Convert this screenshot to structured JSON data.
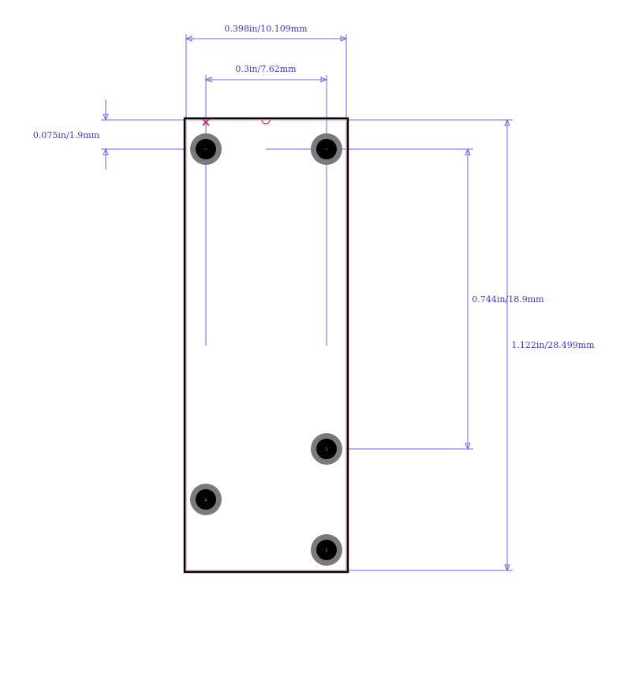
{
  "dimensions": {
    "overall_width": "0.398in/10.109mm",
    "pin_pitch_x": "0.3in/7.62mm",
    "top_offset": "0.075in/1.9mm",
    "pin_span_y": "0.744in/18.9mm",
    "overall_height": "1.122in/28.499mm"
  },
  "pads": [
    {
      "id": "pad-1",
      "label": ""
    },
    {
      "id": "pad-2",
      "label": ""
    },
    {
      "id": "pad-3",
      "label": "1"
    },
    {
      "id": "pad-4",
      "label": "2"
    },
    {
      "id": "pad-5",
      "label": "C"
    }
  ],
  "colors": {
    "dimension": "#6a6aee",
    "outline": "#000000",
    "pad_ring": "#7a7a7a",
    "pad_hole": "#000000",
    "pin1_marker": "#cc2255"
  }
}
